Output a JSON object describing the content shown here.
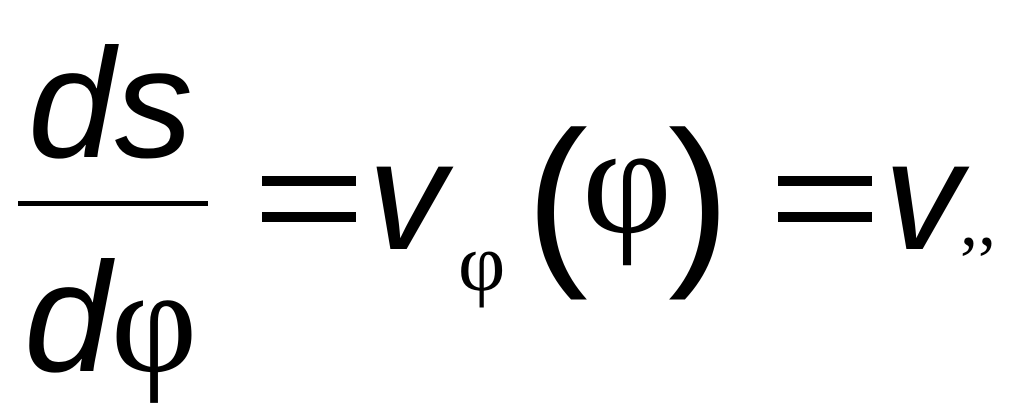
{
  "formula": {
    "numerator": "ds",
    "denominator_d": "d",
    "denominator_phi": "φ",
    "equals_sign": "=",
    "v_symbol": "v",
    "subscript_phi": "φ",
    "left_paren": "(",
    "argument_phi": "φ",
    "right_paren": ")",
    "rhs_v_symbol": "v",
    "rhs_subscript": ",,"
  }
}
